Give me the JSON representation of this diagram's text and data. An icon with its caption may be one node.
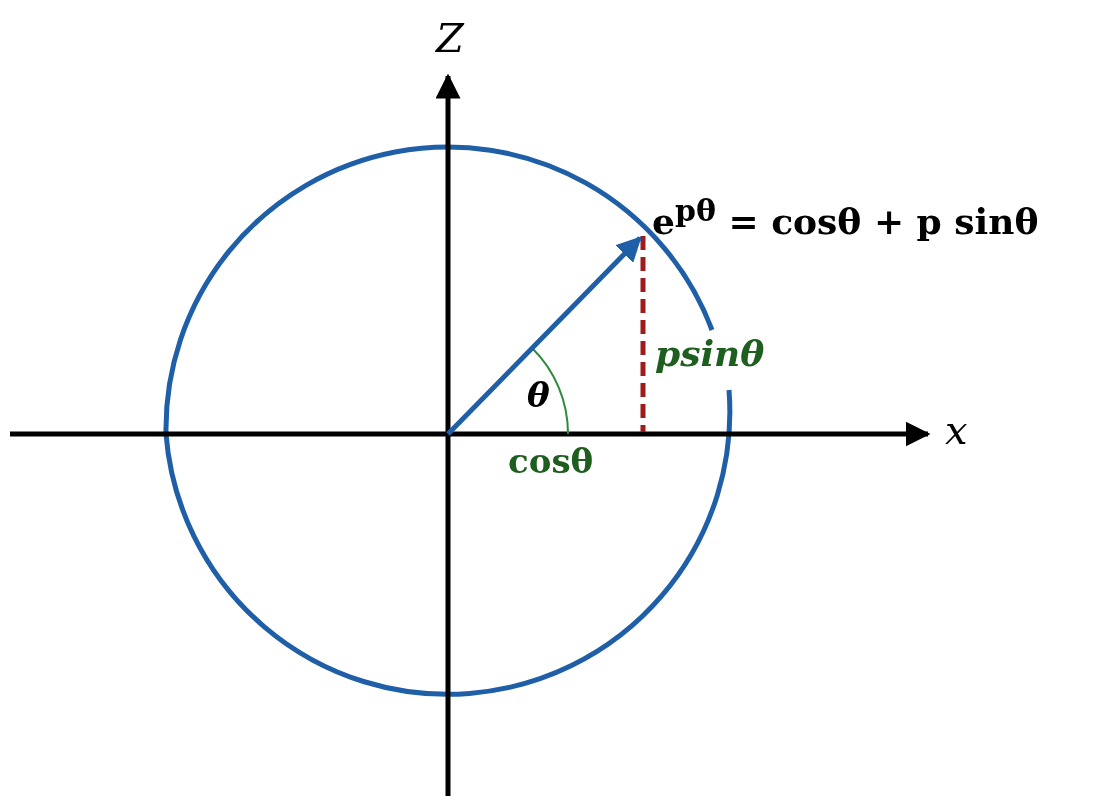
{
  "diagram": {
    "labels": [
      "Z",
      "e$^{pθ}$ = cosθ + p sinθ",
      "psinθ",
      "θ",
      "x",
      "cosθ"
    ]
  }
}
